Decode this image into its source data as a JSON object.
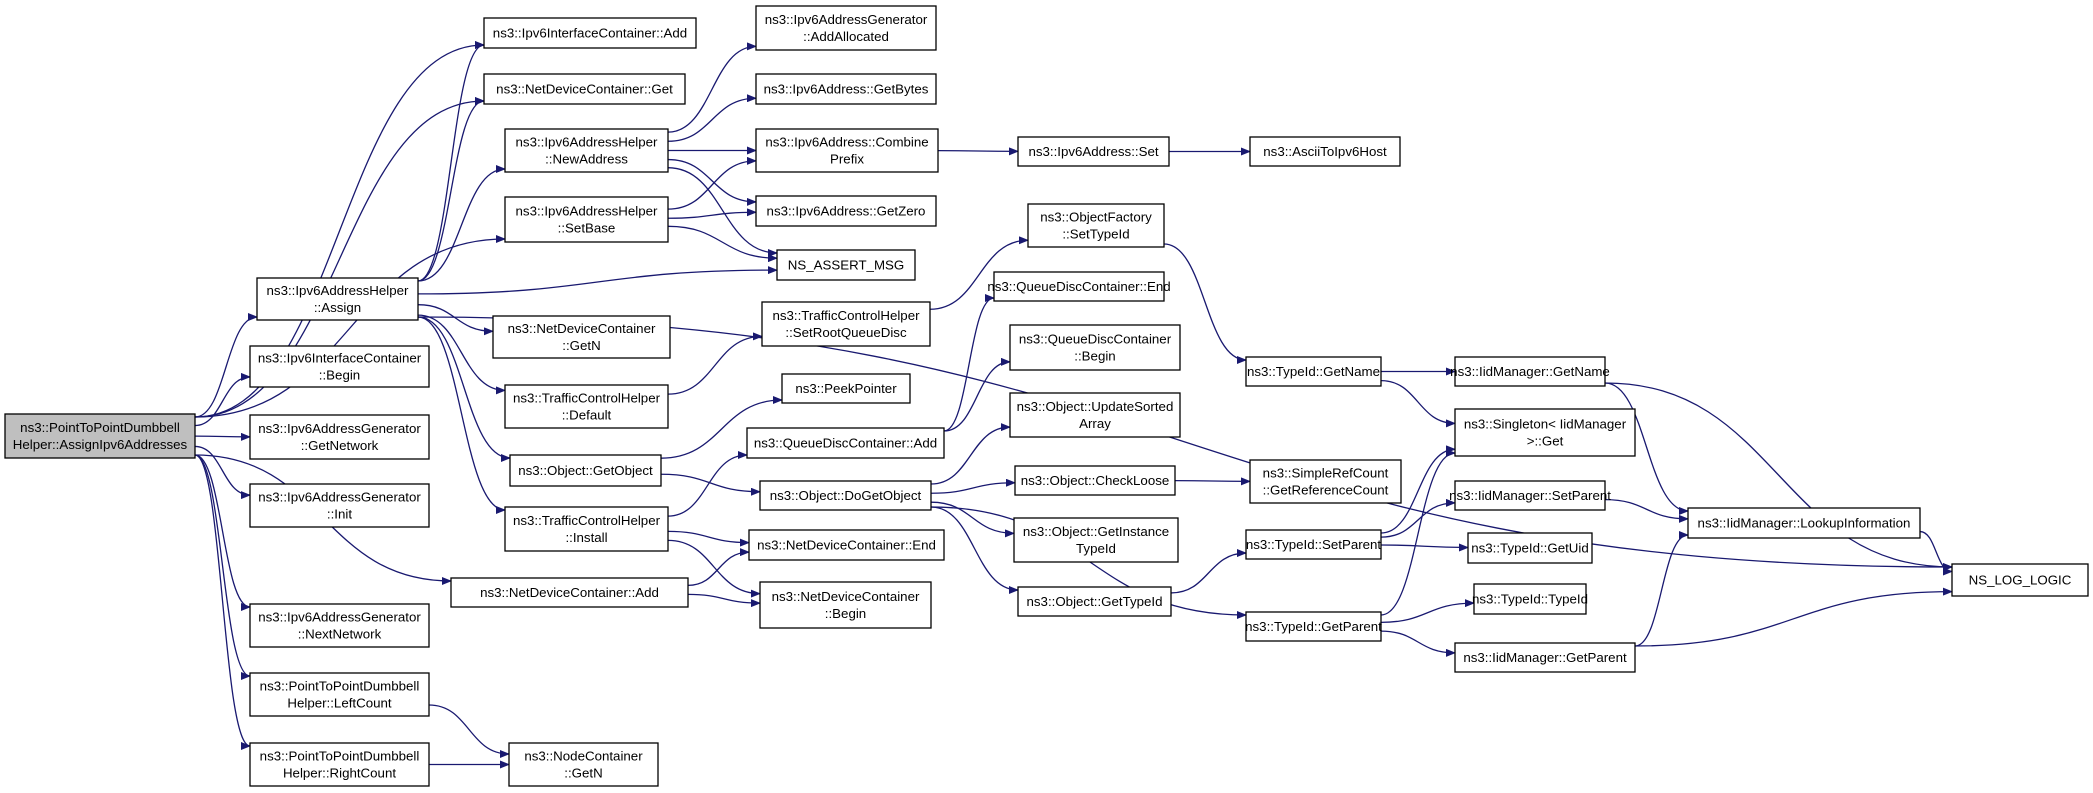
{
  "diagram": {
    "type": "call-graph",
    "edge_color": "#191970",
    "root_fill": "#bfbfbf",
    "node_fill": "#ffffff",
    "nodes": [
      {
        "id": "root",
        "lines": [
          "ns3::PointToPointDumbbell",
          "Helper::AssignIpv6Addresses"
        ]
      },
      {
        "id": "ifc_add",
        "lines": [
          "ns3::Ipv6InterfaceContainer::Add"
        ]
      },
      {
        "id": "ndc_get",
        "lines": [
          "ns3::NetDeviceContainer::Get"
        ]
      },
      {
        "id": "addrhelper_newaddr",
        "lines": [
          "ns3::Ipv6AddressHelper",
          "::NewAddress"
        ]
      },
      {
        "id": "addrhelper_setbase",
        "lines": [
          "ns3::Ipv6AddressHelper",
          "::SetBase"
        ]
      },
      {
        "id": "addrhelper_assign",
        "lines": [
          "ns3::Ipv6AddressHelper",
          "::Assign"
        ]
      },
      {
        "id": "ifc_begin",
        "lines": [
          "ns3::Ipv6InterfaceContainer",
          "::Begin"
        ]
      },
      {
        "id": "gen_getnetwork",
        "lines": [
          "ns3::Ipv6AddressGenerator",
          "::GetNetwork"
        ]
      },
      {
        "id": "gen_init",
        "lines": [
          "ns3::Ipv6AddressGenerator",
          "::Init"
        ]
      },
      {
        "id": "gen_nextnetwork",
        "lines": [
          "ns3::Ipv6AddressGenerator",
          "::NextNetwork"
        ]
      },
      {
        "id": "leftcount",
        "lines": [
          "ns3::PointToPointDumbbell",
          "Helper::LeftCount"
        ]
      },
      {
        "id": "rightcount",
        "lines": [
          "ns3::PointToPointDumbbell",
          "Helper::RightCount"
        ]
      },
      {
        "id": "gen_addallocated",
        "lines": [
          "ns3::Ipv6AddressGenerator",
          "::AddAllocated"
        ]
      },
      {
        "id": "addr_getbytes",
        "lines": [
          "ns3::Ipv6Address::GetBytes"
        ]
      },
      {
        "id": "addr_combine",
        "lines": [
          "ns3::Ipv6Address::Combine",
          "Prefix"
        ]
      },
      {
        "id": "addr_getzero",
        "lines": [
          "ns3::Ipv6Address::GetZero"
        ]
      },
      {
        "id": "ns_assert_msg",
        "lines": [
          "NS_ASSERT_MSG"
        ]
      },
      {
        "id": "ndc_getn",
        "lines": [
          "ns3::NetDeviceContainer",
          "::GetN"
        ]
      },
      {
        "id": "tch_default",
        "lines": [
          "ns3::TrafficControlHelper",
          "::Default"
        ]
      },
      {
        "id": "obj_getobject",
        "lines": [
          "ns3::Object::GetObject"
        ]
      },
      {
        "id": "tch_install",
        "lines": [
          "ns3::TrafficControlHelper",
          "::Install"
        ]
      },
      {
        "id": "ndc_add",
        "lines": [
          "ns3::NetDeviceContainer::Add"
        ]
      },
      {
        "id": "nodec_getn",
        "lines": [
          "ns3::NodeContainer",
          "::GetN"
        ]
      },
      {
        "id": "addr_set",
        "lines": [
          "ns3::Ipv6Address::Set"
        ]
      },
      {
        "id": "ascii_host",
        "lines": [
          "ns3::AsciiToIpv6Host"
        ]
      },
      {
        "id": "of_settypeid",
        "lines": [
          "ns3::ObjectFactory",
          "::SetTypeId"
        ]
      },
      {
        "id": "tch_setroot",
        "lines": [
          "ns3::TrafficControlHelper",
          "::SetRootQueueDisc"
        ]
      },
      {
        "id": "peekpointer",
        "lines": [
          "ns3::PeekPointer"
        ]
      },
      {
        "id": "qdc_add",
        "lines": [
          "ns3::QueueDiscContainer::Add"
        ]
      },
      {
        "id": "obj_dogetobject",
        "lines": [
          "ns3::Object::DoGetObject"
        ]
      },
      {
        "id": "ndc_end",
        "lines": [
          "ns3::NetDeviceContainer::End"
        ]
      },
      {
        "id": "ndc_begin",
        "lines": [
          "ns3::NetDeviceContainer",
          "::Begin"
        ]
      },
      {
        "id": "qdc_end",
        "lines": [
          "ns3::QueueDiscContainer::End"
        ]
      },
      {
        "id": "qdc_begin",
        "lines": [
          "ns3::QueueDiscContainer",
          "::Begin"
        ]
      },
      {
        "id": "obj_updatesorted",
        "lines": [
          "ns3::Object::UpdateSorted",
          "Array"
        ]
      },
      {
        "id": "obj_checkloose",
        "lines": [
          "ns3::Object::CheckLoose"
        ]
      },
      {
        "id": "obj_getinstance",
        "lines": [
          "ns3::Object::GetInstance",
          "TypeId"
        ]
      },
      {
        "id": "obj_gettypeid",
        "lines": [
          "ns3::Object::GetTypeId"
        ]
      },
      {
        "id": "typeid_getname",
        "lines": [
          "ns3::TypeId::GetName"
        ]
      },
      {
        "id": "srcount",
        "lines": [
          "ns3::SimpleRefCount",
          "::GetReferenceCount"
        ]
      },
      {
        "id": "typeid_setparent",
        "lines": [
          "ns3::TypeId::SetParent"
        ]
      },
      {
        "id": "typeid_getparent",
        "lines": [
          "ns3::TypeId::GetParent"
        ]
      },
      {
        "id": "iid_getname",
        "lines": [
          "ns3::IidManager::GetName"
        ]
      },
      {
        "id": "singleton_get",
        "lines": [
          "ns3::Singleton< IidManager",
          ">::Get"
        ]
      },
      {
        "id": "iid_setparent",
        "lines": [
          "ns3::IidManager::SetParent"
        ]
      },
      {
        "id": "typeid_getuid",
        "lines": [
          "ns3::TypeId::GetUid"
        ]
      },
      {
        "id": "typeid_typeid",
        "lines": [
          "ns3::TypeId::TypeId"
        ]
      },
      {
        "id": "iid_getparent",
        "lines": [
          "ns3::IidManager::GetParent"
        ]
      },
      {
        "id": "iid_lookup",
        "lines": [
          "ns3::IidManager::LookupInformation"
        ]
      },
      {
        "id": "ns_log_logic",
        "lines": [
          "NS_LOG_LOGIC"
        ]
      }
    ],
    "edges": [
      [
        "root",
        "ifc_add"
      ],
      [
        "root",
        "ndc_get"
      ],
      [
        "root",
        "addrhelper_setbase"
      ],
      [
        "root",
        "addrhelper_assign"
      ],
      [
        "root",
        "ifc_begin"
      ],
      [
        "root",
        "gen_getnetwork"
      ],
      [
        "root",
        "gen_init"
      ],
      [
        "root",
        "ndc_add"
      ],
      [
        "root",
        "gen_nextnetwork"
      ],
      [
        "root",
        "leftcount"
      ],
      [
        "root",
        "rightcount"
      ],
      [
        "addrhelper_assign",
        "ifc_add"
      ],
      [
        "addrhelper_assign",
        "ndc_get"
      ],
      [
        "addrhelper_assign",
        "addrhelper_newaddr"
      ],
      [
        "addrhelper_assign",
        "ns_assert_msg"
      ],
      [
        "addrhelper_assign",
        "ndc_getn"
      ],
      [
        "addrhelper_assign",
        "tch_default"
      ],
      [
        "addrhelper_assign",
        "obj_getobject"
      ],
      [
        "addrhelper_assign",
        "tch_install"
      ],
      [
        "addrhelper_assign",
        "ns_log_logic"
      ],
      [
        "addrhelper_newaddr",
        "gen_addallocated"
      ],
      [
        "addrhelper_newaddr",
        "addr_getbytes"
      ],
      [
        "addrhelper_newaddr",
        "addr_combine"
      ],
      [
        "addrhelper_newaddr",
        "addr_getzero"
      ],
      [
        "addrhelper_newaddr",
        "ns_assert_msg"
      ],
      [
        "addrhelper_setbase",
        "addr_combine"
      ],
      [
        "addrhelper_setbase",
        "addr_getzero"
      ],
      [
        "addrhelper_setbase",
        "ns_assert_msg"
      ],
      [
        "addr_combine",
        "addr_set"
      ],
      [
        "addr_set",
        "ascii_host"
      ],
      [
        "tch_default",
        "tch_setroot"
      ],
      [
        "tch_setroot",
        "of_settypeid"
      ],
      [
        "of_settypeid",
        "typeid_getname"
      ],
      [
        "obj_getobject",
        "peekpointer"
      ],
      [
        "obj_getobject",
        "obj_dogetobject"
      ],
      [
        "tch_install",
        "qdc_add"
      ],
      [
        "tch_install",
        "ndc_end"
      ],
      [
        "tch_install",
        "ndc_begin"
      ],
      [
        "ndc_add",
        "ndc_end"
      ],
      [
        "ndc_add",
        "ndc_begin"
      ],
      [
        "qdc_add",
        "qdc_end"
      ],
      [
        "qdc_add",
        "qdc_begin"
      ],
      [
        "obj_dogetobject",
        "obj_updatesorted"
      ],
      [
        "obj_dogetobject",
        "obj_checkloose"
      ],
      [
        "obj_dogetobject",
        "obj_getinstance"
      ],
      [
        "obj_dogetobject",
        "obj_gettypeid"
      ],
      [
        "obj_dogetobject",
        "typeid_getparent"
      ],
      [
        "obj_checkloose",
        "srcount"
      ],
      [
        "obj_gettypeid",
        "typeid_setparent"
      ],
      [
        "typeid_getname",
        "iid_getname"
      ],
      [
        "typeid_getname",
        "singleton_get"
      ],
      [
        "typeid_setparent",
        "singleton_get"
      ],
      [
        "typeid_setparent",
        "iid_setparent"
      ],
      [
        "typeid_setparent",
        "typeid_getuid"
      ],
      [
        "typeid_getparent",
        "singleton_get"
      ],
      [
        "typeid_getparent",
        "typeid_typeid"
      ],
      [
        "typeid_getparent",
        "iid_getparent"
      ],
      [
        "iid_getname",
        "iid_lookup"
      ],
      [
        "iid_getname",
        "ns_log_logic"
      ],
      [
        "iid_setparent",
        "iid_lookup"
      ],
      [
        "iid_getparent",
        "iid_lookup"
      ],
      [
        "iid_getparent",
        "ns_log_logic"
      ],
      [
        "iid_lookup",
        "ns_log_logic"
      ],
      [
        "leftcount",
        "nodec_getn"
      ],
      [
        "rightcount",
        "nodec_getn"
      ]
    ]
  }
}
